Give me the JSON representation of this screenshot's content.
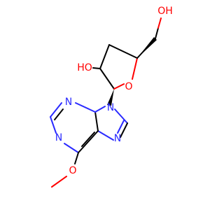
{
  "molecule": {
    "colors": {
      "carbon": "#000000",
      "nitrogen": "#2a2aff",
      "oxygen": "#ff0000",
      "background": "#ffffff"
    },
    "atoms": {
      "o_ring": "O",
      "oh_top": "OH",
      "ho_left": "HO",
      "n9": "N",
      "n3": "N",
      "n1": "N",
      "n7": "N",
      "o_methoxy": "O"
    }
  }
}
